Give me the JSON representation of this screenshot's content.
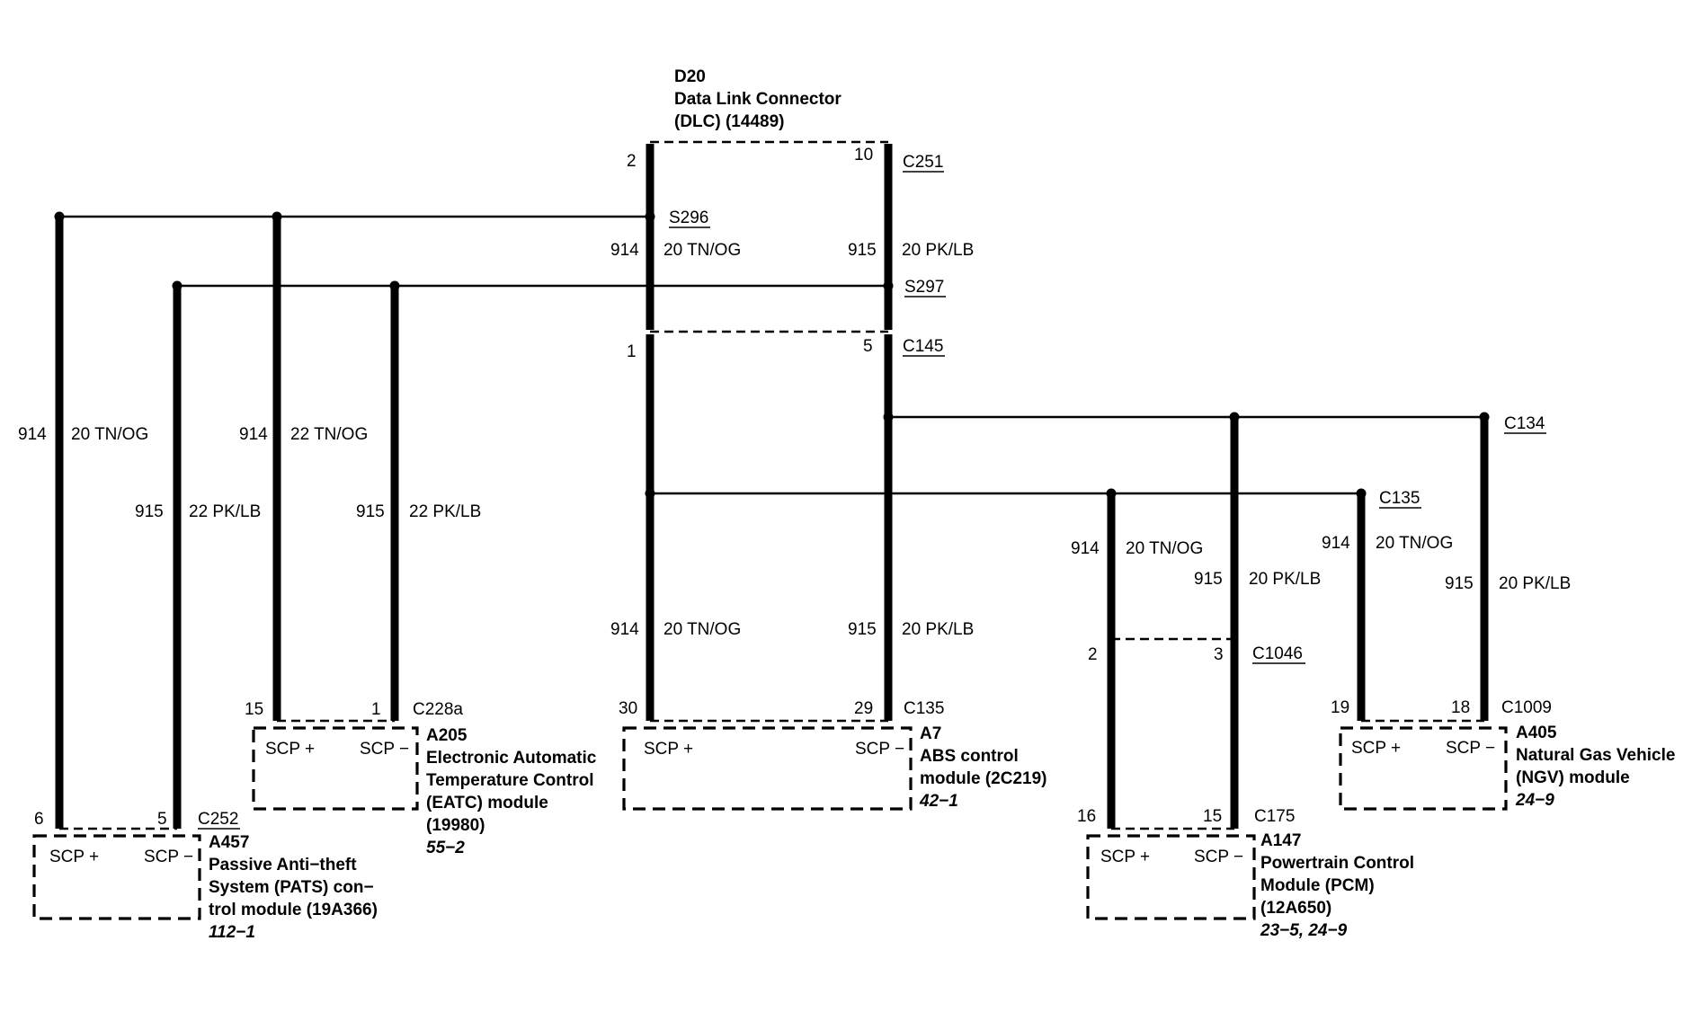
{
  "dlc": {
    "id": "D20",
    "name": "Data Link Connector",
    "part": "(DLC) (14489)",
    "connector_top": "C251",
    "connector_bottom": "C145",
    "pin_top_left": "2",
    "pin_top_right": "10",
    "pin_bottom_left": "1",
    "pin_bottom_right": "5"
  },
  "splices": {
    "s296": "S296",
    "s297": "S297"
  },
  "connectors": {
    "c134": "C134",
    "c135_mid": "C135",
    "c1046": "C1046"
  },
  "wires": {
    "circuit_914": "914",
    "circuit_915": "915",
    "tn_og_20": "20 TN/OG",
    "pk_lb_20": "20 PK/LB",
    "tn_og_22": "22 TN/OG",
    "pk_lb_22": "22 PK/LB"
  },
  "pcm_pins": {
    "top_left": "2",
    "top_right": "3"
  },
  "modules": {
    "pats": {
      "connector": "C252",
      "pin_plus": "6",
      "pin_minus": "5",
      "scp_plus": "SCP +",
      "scp_minus": "SCP −",
      "id": "A457",
      "name_lines": [
        "Passive Anti−theft",
        "System (PATS) con−",
        "trol module (19A366)"
      ],
      "ref": "112−1"
    },
    "eatc": {
      "connector": "C228a",
      "pin_plus": "15",
      "pin_minus": "1",
      "scp_plus": "SCP +",
      "scp_minus": "SCP −",
      "id": "A205",
      "name_lines": [
        "Electronic Automatic",
        "Temperature Control",
        "(EATC) module",
        "(19980)"
      ],
      "ref": "55−2"
    },
    "abs": {
      "connector": "C135",
      "pin_plus": "30",
      "pin_minus": "29",
      "scp_plus": "SCP +",
      "scp_minus": "SCP −",
      "id": "A7",
      "name_lines": [
        "ABS control",
        "module (2C219)"
      ],
      "ref": "42−1"
    },
    "pcm": {
      "connector": "C175",
      "pin_plus": "16",
      "pin_minus": "15",
      "scp_plus": "SCP +",
      "scp_minus": "SCP −",
      "id": "A147",
      "name_lines": [
        "Powertrain Control",
        "Module (PCM)",
        "(12A650)"
      ],
      "ref": "23−5, 24−9"
    },
    "ngv": {
      "connector": "C1009",
      "pin_plus": "19",
      "pin_minus": "18",
      "scp_plus": "SCP +",
      "scp_minus": "SCP −",
      "id": "A405",
      "name_lines": [
        "Natural Gas Vehicle",
        "(NGV) module"
      ],
      "ref": "24−9"
    }
  }
}
